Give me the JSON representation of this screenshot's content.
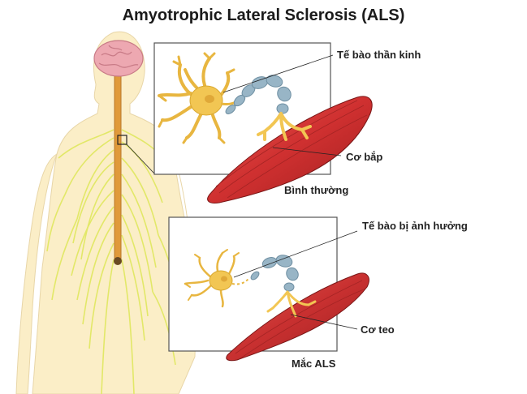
{
  "title": "Amyotrophic Lateral Sclerosis (ALS)",
  "panels": {
    "normal": {
      "neuron_label": "Tế bào thần kinh",
      "muscle_label": "Cơ bắp",
      "caption": "Bình thường"
    },
    "als": {
      "neuron_label": "Tế bào bị ảnh hưởng",
      "muscle_label": "Cơ teo",
      "caption": "Mắc ALS"
    }
  },
  "colors": {
    "skin": "#fbeec7",
    "nerve": "#e2e868",
    "spinal_cord": "#e09a3a",
    "brain": "#eda8b1",
    "neuron": "#f2c653",
    "axon_sheath": "#98b5c6",
    "muscle": "#cf3030"
  }
}
